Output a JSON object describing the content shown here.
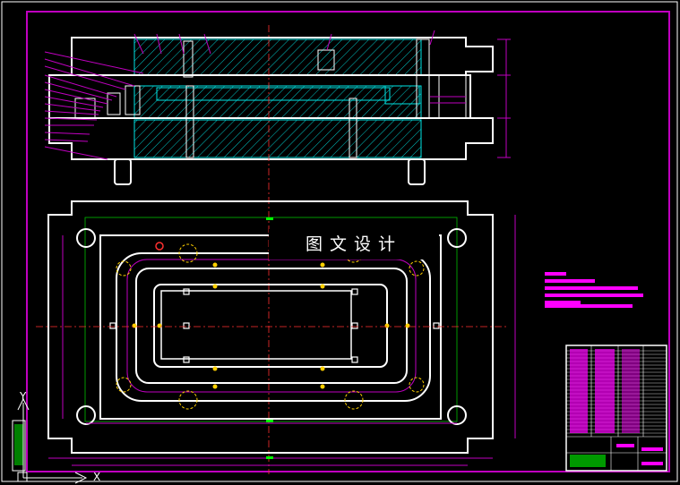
{
  "watermark": "图文设计",
  "ucs": {
    "x_label": "X",
    "y_label": "Y"
  },
  "colors": {
    "background": "#000000",
    "outline": "#ffffff",
    "hatch": "#00e5e5",
    "dimension": "#c000c0",
    "center_line": "#ff3030",
    "hole_mark": "#ffd000",
    "green": "#00ff00",
    "magenta": "#ff00ff"
  }
}
